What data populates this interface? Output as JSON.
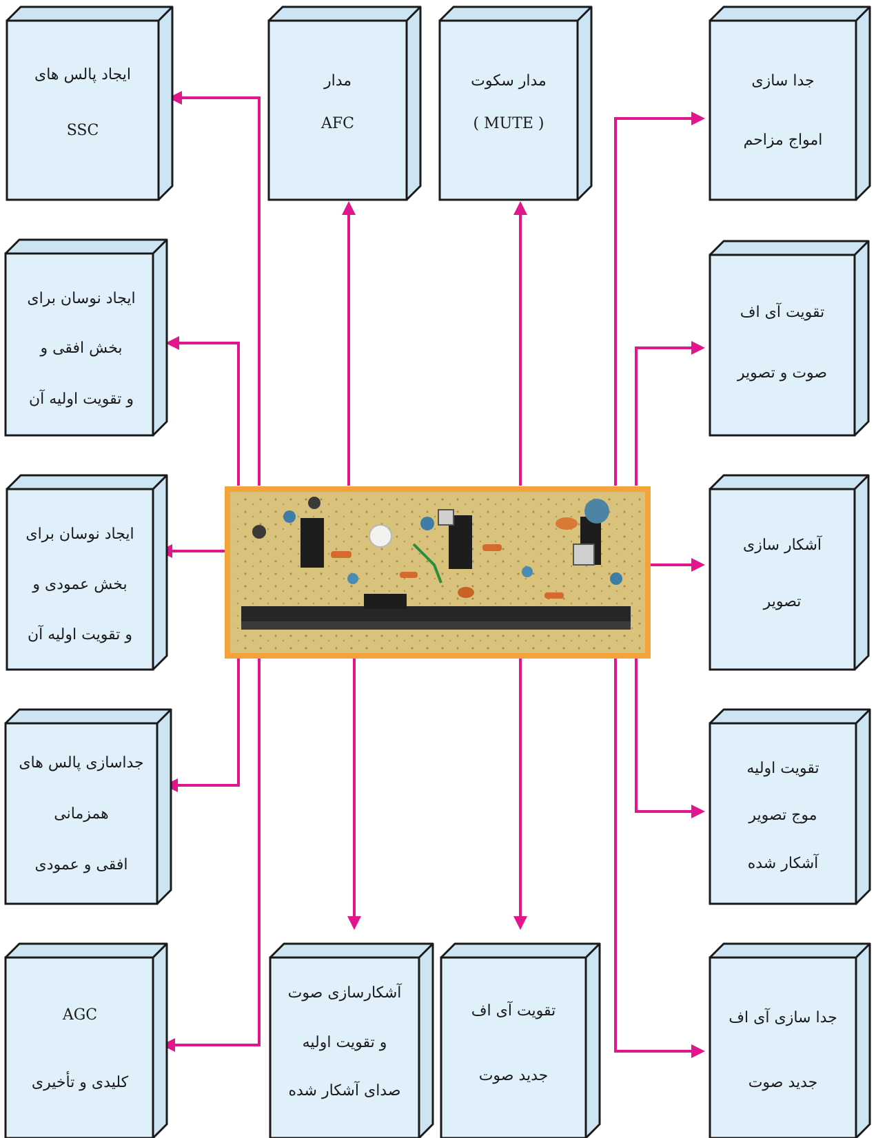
{
  "diagram": {
    "accent_color": "#e2168c",
    "box_color": "#e0f0fa",
    "board_frame_color": "#f3a33a",
    "center_image": "pcb-board-photo",
    "boxes": [
      {
        "id": "ssc",
        "lines": [
          "ایجاد پالس های",
          "SSC"
        ]
      },
      {
        "id": "afc",
        "lines": [
          "مدار",
          "AFC"
        ]
      },
      {
        "id": "mute",
        "lines": [
          "مدار سکوت",
          "( MUTE )"
        ]
      },
      {
        "id": "noise",
        "lines": [
          "جدا سازی",
          "امواج  مزاحم"
        ]
      },
      {
        "id": "hosc",
        "lines": [
          "ایجاد نوسان برای",
          "بخش افقی و",
          "و تقویت اولیه آن"
        ]
      },
      {
        "id": "if-amp",
        "lines": [
          "تقویت  آی اف",
          "صوت و تصویر"
        ]
      },
      {
        "id": "vosc",
        "lines": [
          "ایجاد نوسان برای",
          "بخش عمودی و",
          "و تقویت اولیه آن"
        ]
      },
      {
        "id": "video-det",
        "lines": [
          "آشکار سازی",
          "تصویر"
        ]
      },
      {
        "id": "sync",
        "lines": [
          "جداسازی پالس های",
          "همزمانی",
          "افقی و عمودی"
        ]
      },
      {
        "id": "video-pre",
        "lines": [
          "تقویت اولیه",
          "موج تصویر",
          "آشکار شده"
        ]
      },
      {
        "id": "agc",
        "lines": [
          "AGC",
          "کلیدی و تأخیری"
        ]
      },
      {
        "id": "sound-det",
        "lines": [
          "آشکارسازی صوت",
          "و تقویت اولیه",
          "صدای آشکار شده"
        ]
      },
      {
        "id": "sound-if-amp",
        "lines": [
          "تقویت آی اف",
          "جدید صوت"
        ]
      },
      {
        "id": "sound-if-sep",
        "lines": [
          "جدا سازی آی اف",
          "جدید صوت"
        ]
      }
    ]
  }
}
